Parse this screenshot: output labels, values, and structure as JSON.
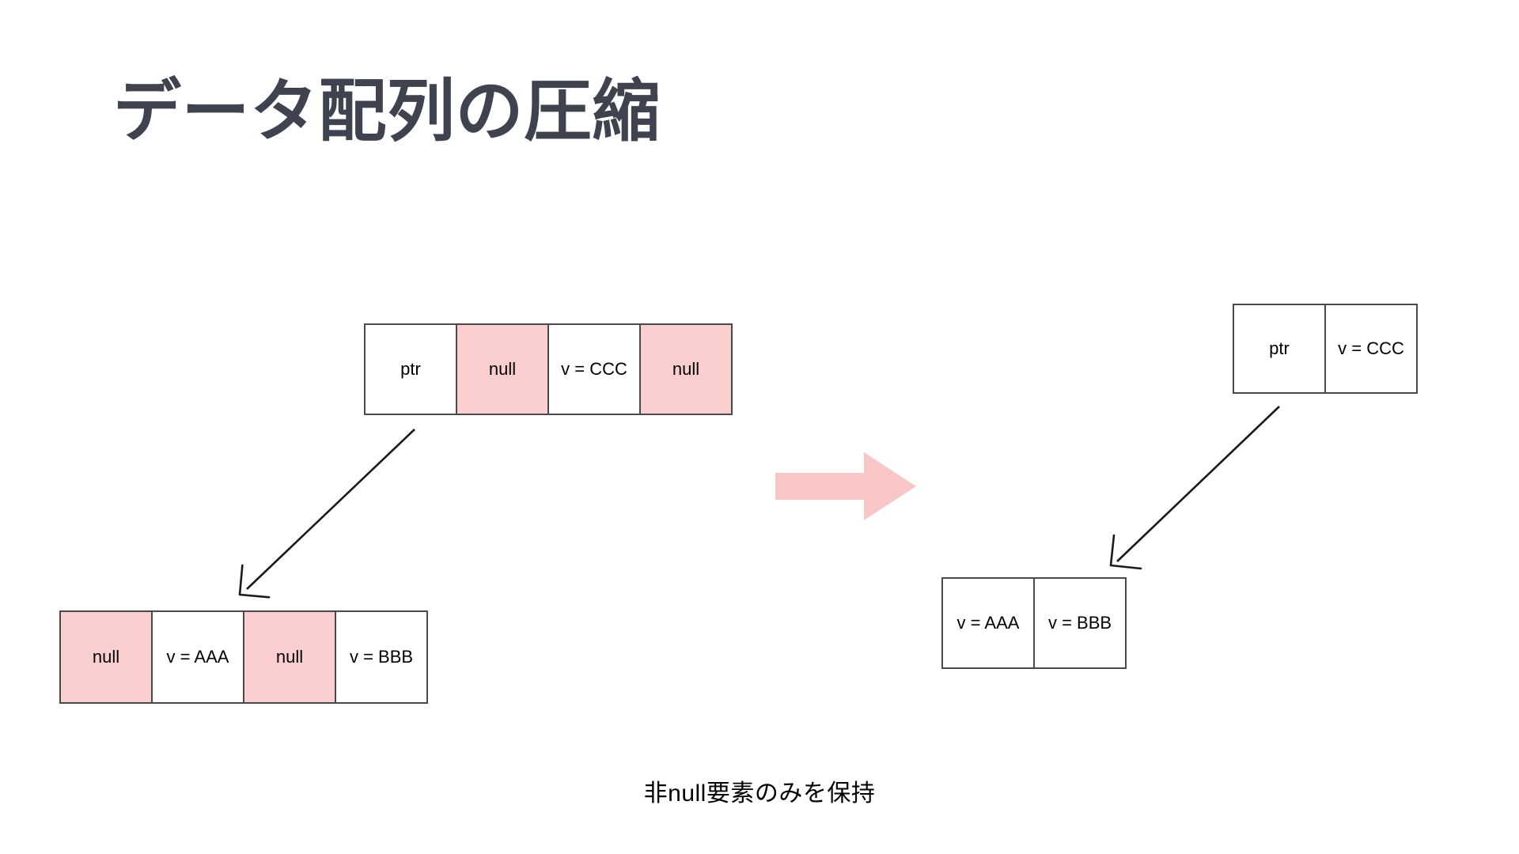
{
  "slide": {
    "title": "データ配列の圧縮",
    "caption": "非null要素のみを保持",
    "background_color": "#ffffff",
    "title_color": "#3f4350",
    "null_cell_color": "#fbcfcf",
    "cell_border_color": "#4a4a4a",
    "arrow_color": "#1a1a1a",
    "transform_arrow_color": "#f8c6c6"
  },
  "before": {
    "header_array": {
      "cells": [
        {
          "label": "ptr",
          "is_null": false
        },
        {
          "label": "null",
          "is_null": true
        },
        {
          "label": "v = CCC",
          "is_null": false
        },
        {
          "label": "null",
          "is_null": true
        }
      ]
    },
    "data_array": {
      "cells": [
        {
          "label": "null",
          "is_null": true
        },
        {
          "label": "v = AAA",
          "is_null": false
        },
        {
          "label": "null",
          "is_null": true
        },
        {
          "label": "v = BBB",
          "is_null": false
        }
      ]
    }
  },
  "after": {
    "header_array": {
      "cells": [
        {
          "label": "ptr",
          "is_null": false
        },
        {
          "label": "v = CCC",
          "is_null": false
        }
      ]
    },
    "data_array": {
      "cells": [
        {
          "label": "v = AAA",
          "is_null": false
        },
        {
          "label": "v = BBB",
          "is_null": false
        }
      ]
    }
  },
  "icons": {
    "pointer_arrow_left": "diagonal-arrow-down-left-icon",
    "pointer_arrow_right": "diagonal-arrow-down-left-icon",
    "transform_arrow": "right-block-arrow-icon"
  }
}
